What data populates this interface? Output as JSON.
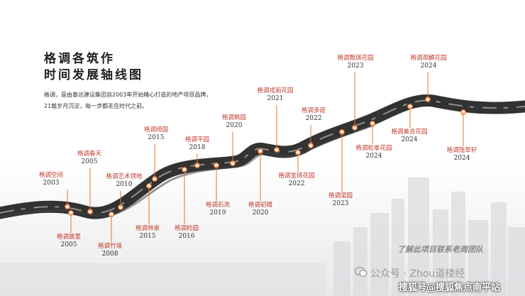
{
  "title": {
    "line1": "格调各筑作",
    "line2": "时间发展轴线图"
  },
  "description": {
    "line1": "格调，是由泰达建设集团自2003年开始精心打造的地产项目品牌，",
    "line2": "21载岁月沉淀，每一步都走在时代之前。"
  },
  "milestones": [
    {
      "name": "格调空间",
      "year": "2003",
      "side": "above"
    },
    {
      "name": "格调故里",
      "year": "2005",
      "side": "below"
    },
    {
      "name": "格调春天",
      "year": "2005",
      "side": "above"
    },
    {
      "name": "格调竹境",
      "year": "2008",
      "side": "below"
    },
    {
      "name": "格调艺术领地",
      "year": "2010",
      "side": "above"
    },
    {
      "name": "格调林泉",
      "year": "2015",
      "side": "below"
    },
    {
      "name": "格调绮园",
      "year": "2015",
      "side": "above"
    },
    {
      "name": "格调检园",
      "year": "2016",
      "side": "below"
    },
    {
      "name": "格调平园",
      "year": "2018",
      "side": "above"
    },
    {
      "name": "格调石流",
      "year": "2019",
      "side": "below"
    },
    {
      "name": "格调枫园",
      "year": "2020",
      "side": "above"
    },
    {
      "name": "格调初晴",
      "year": "2020",
      "side": "below"
    },
    {
      "name": "格调戎丽花园",
      "year": "2021",
      "side": "above"
    },
    {
      "name": "格调宝琦花园",
      "year": "2022",
      "side": "below"
    },
    {
      "name": "格调多庭",
      "year": "2022",
      "side": "above"
    },
    {
      "name": "格调梁园",
      "year": "2023",
      "side": "below"
    },
    {
      "name": "格调甄琪花园",
      "year": "2023",
      "side": "above"
    },
    {
      "name": "格调松拳花园",
      "year": "2024",
      "side": "below"
    },
    {
      "name": "格调美吉花园",
      "year": "2024",
      "side": "below"
    },
    {
      "name": "格调观麟花园",
      "year": "2024",
      "side": "above"
    },
    {
      "name": "格调隐翠轩",
      "year": "2024",
      "side": "below"
    }
  ],
  "colors": {
    "accent": "#e8742a",
    "brush": "#1c1c1c",
    "label_name": "#c0392b"
  },
  "footer": {
    "cta": "了解此项目联系老周团队",
    "watermark": "公众号 · Zhou道楼经",
    "sohu": "搜狐号@搜狐焦点南平站"
  }
}
